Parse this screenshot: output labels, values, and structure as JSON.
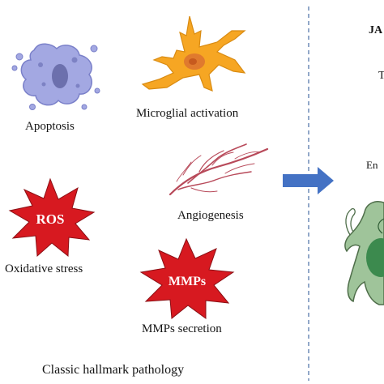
{
  "left_panel": {
    "title": "Classic hallmark pathology",
    "items": [
      {
        "key": "apoptosis",
        "label": "Apoptosis"
      },
      {
        "key": "microglia",
        "label": "Microglial activation"
      },
      {
        "key": "angiogenesis",
        "label": "Angiogenesis"
      },
      {
        "key": "ros",
        "label": "Oxidative stress",
        "badge": "ROS"
      },
      {
        "key": "mmps",
        "label": "MMPs secretion",
        "badge": "MMPs"
      }
    ]
  },
  "right_panel": {
    "text_fragments": [
      "JA",
      "T",
      "En"
    ]
  },
  "colors": {
    "arrow": "#4472c4",
    "divider": "#4a6fa5",
    "star_fill": "#d71920",
    "cell_orange": "#f6a623",
    "apoptotic_cell": "#9aa0dd",
    "vessel": "#b84a5a",
    "endothelial_cell": "#3c8a4e"
  }
}
